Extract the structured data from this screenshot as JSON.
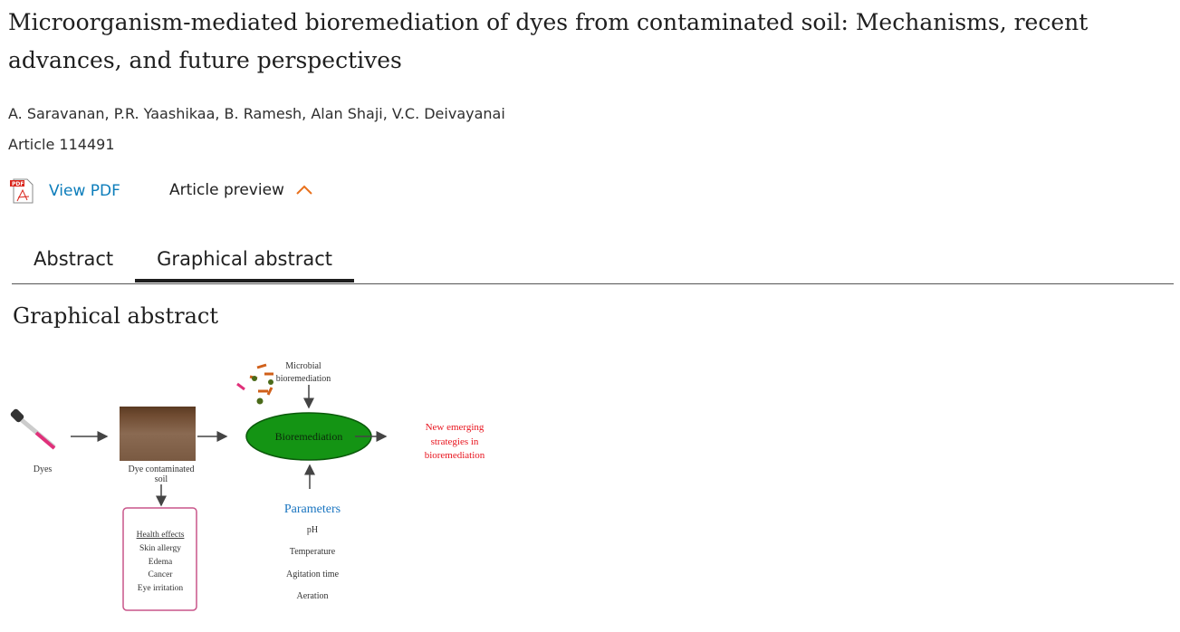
{
  "article": {
    "title": "Microorganism-mediated bioremediation of dyes from contaminated soil: Mechanisms, recent advances, and future perspectives",
    "authors": "A. Saravanan, P.R. Yaashikaa, B. Ramesh, Alan Shaji, V.C. Deivayanai",
    "article_number": "Article 114491"
  },
  "actions": {
    "view_pdf": "View PDF",
    "pdf_icon_label": "PDF",
    "article_preview": "Article preview"
  },
  "tabs": [
    {
      "label": "Abstract",
      "active": false
    },
    {
      "label": "Graphical abstract",
      "active": true
    }
  ],
  "graphical_abstract": {
    "heading": "Graphical abstract",
    "figure": {
      "dyes": "Dyes",
      "soil_line1": "Dye contaminated",
      "soil_line2": "soil",
      "microbial_line1": "Microbial",
      "microbial_line2": "bioremediation",
      "bioremediation": "Bioremediation",
      "outcome_line1": "New emerging",
      "outcome_line2": "strategies in",
      "outcome_line3": "bioremediation",
      "health_title": "Health effects",
      "health_effects": [
        "Skin allergy",
        "Edema",
        "Cancer",
        "Eye irritation"
      ],
      "parameters_title": "Parameters",
      "parameters": [
        "pH",
        "Temperature",
        "Agitation time",
        "Aeration"
      ],
      "colors": {
        "ellipse": "#149414",
        "outcome": "#e8141e",
        "parameters": "#1a75c0",
        "health_border": "#c8558a"
      }
    }
  }
}
